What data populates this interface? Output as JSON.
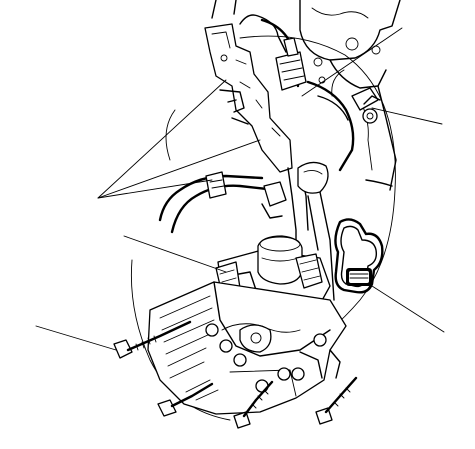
{
  "figure": {
    "kind": "exploded parts illustration",
    "callout_count": 7
  },
  "callouts": [
    {
      "id": "upper-right-connector"
    },
    {
      "id": "right-hose-clamp"
    },
    {
      "id": "left-pair-hoses"
    },
    {
      "id": "left-solenoid-connector"
    },
    {
      "id": "left-bolt"
    },
    {
      "id": "lower-right-gasket"
    }
  ],
  "colors": {
    "ink": "#000000",
    "paper": "#ffffff"
  }
}
